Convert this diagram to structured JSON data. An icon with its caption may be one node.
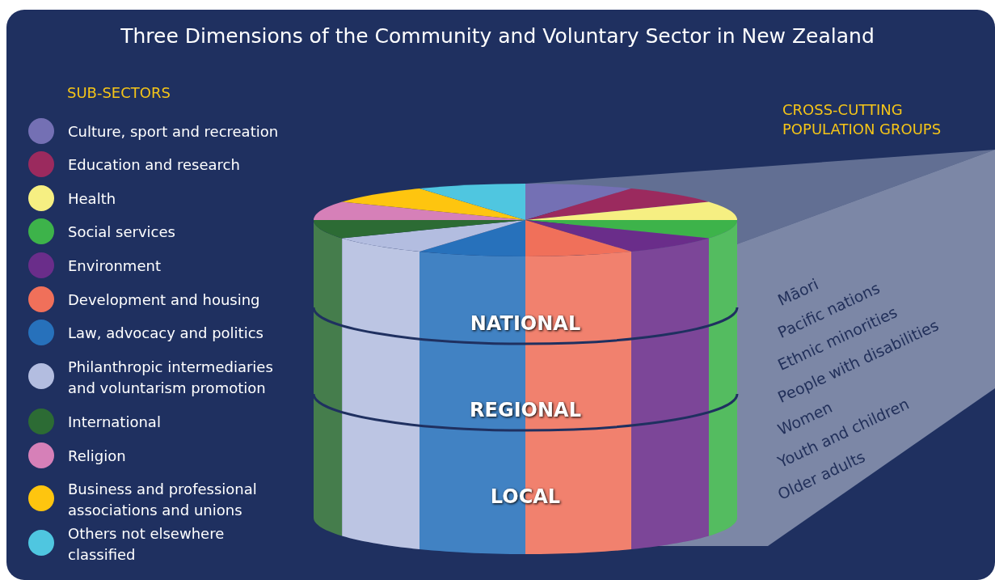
{
  "diagram": {
    "title": "Three Dimensions of the Community and Voluntary Sector in New Zealand",
    "labels": [
      "SUB-SECTORS",
      "CROSS-CUTTING POPULATION GROUPS",
      "NATIONAL",
      "REGIONAL",
      "LOCAL",
      "Māori",
      "Pacific nations",
      "Ethnic minorities",
      "People with disabilities",
      "Women",
      "Youth and children",
      "Older adults"
    ],
    "legend": [
      {
        "text": "Culture, sport and recreation",
        "color": "#7470b4"
      },
      {
        "text": "Education and research",
        "color": "#9b2a5e"
      },
      {
        "text": "Health",
        "color": "#f6ef82"
      },
      {
        "text": "Social services",
        "color": "#3db34a"
      },
      {
        "text": "Environment",
        "color": "#6a2d8a"
      },
      {
        "text": "Development and housing",
        "color": "#f0705a"
      },
      {
        "text": "Law, advocacy and politics",
        "color": "#2771bb"
      },
      {
        "text": "Philanthropic intermediaries and voluntarism promotion",
        "color": "#b3bde0"
      },
      {
        "text": "International",
        "color": "#2c6b34"
      },
      {
        "text": "Religion",
        "color": "#d680b8"
      },
      {
        "text": "Business and professional associations and unions",
        "color": "#fec50f"
      },
      {
        "text": "Others not elsewhere classified",
        "color": "#4fc6e0"
      }
    ]
  }
}
